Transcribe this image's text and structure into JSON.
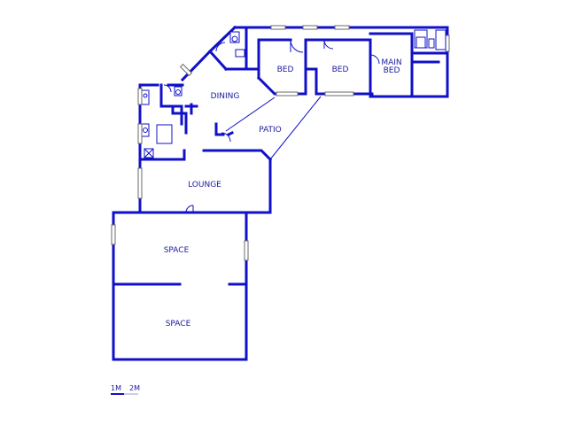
{
  "rooms": {
    "bed1": "BED",
    "bed2": "BED",
    "main_bed_line1": "MAIN",
    "main_bed_line2": "BED",
    "dining": "DINING",
    "patio": "PATIO",
    "lounge": "LOUNGE",
    "space_upper": "SPACE",
    "space_lower": "SPACE"
  },
  "scale": {
    "label_1m": "1M",
    "label_2m": "2M"
  },
  "colors": {
    "wall": "#1010c8",
    "label": "#1a1aa0",
    "window": "#6a6a6a"
  }
}
